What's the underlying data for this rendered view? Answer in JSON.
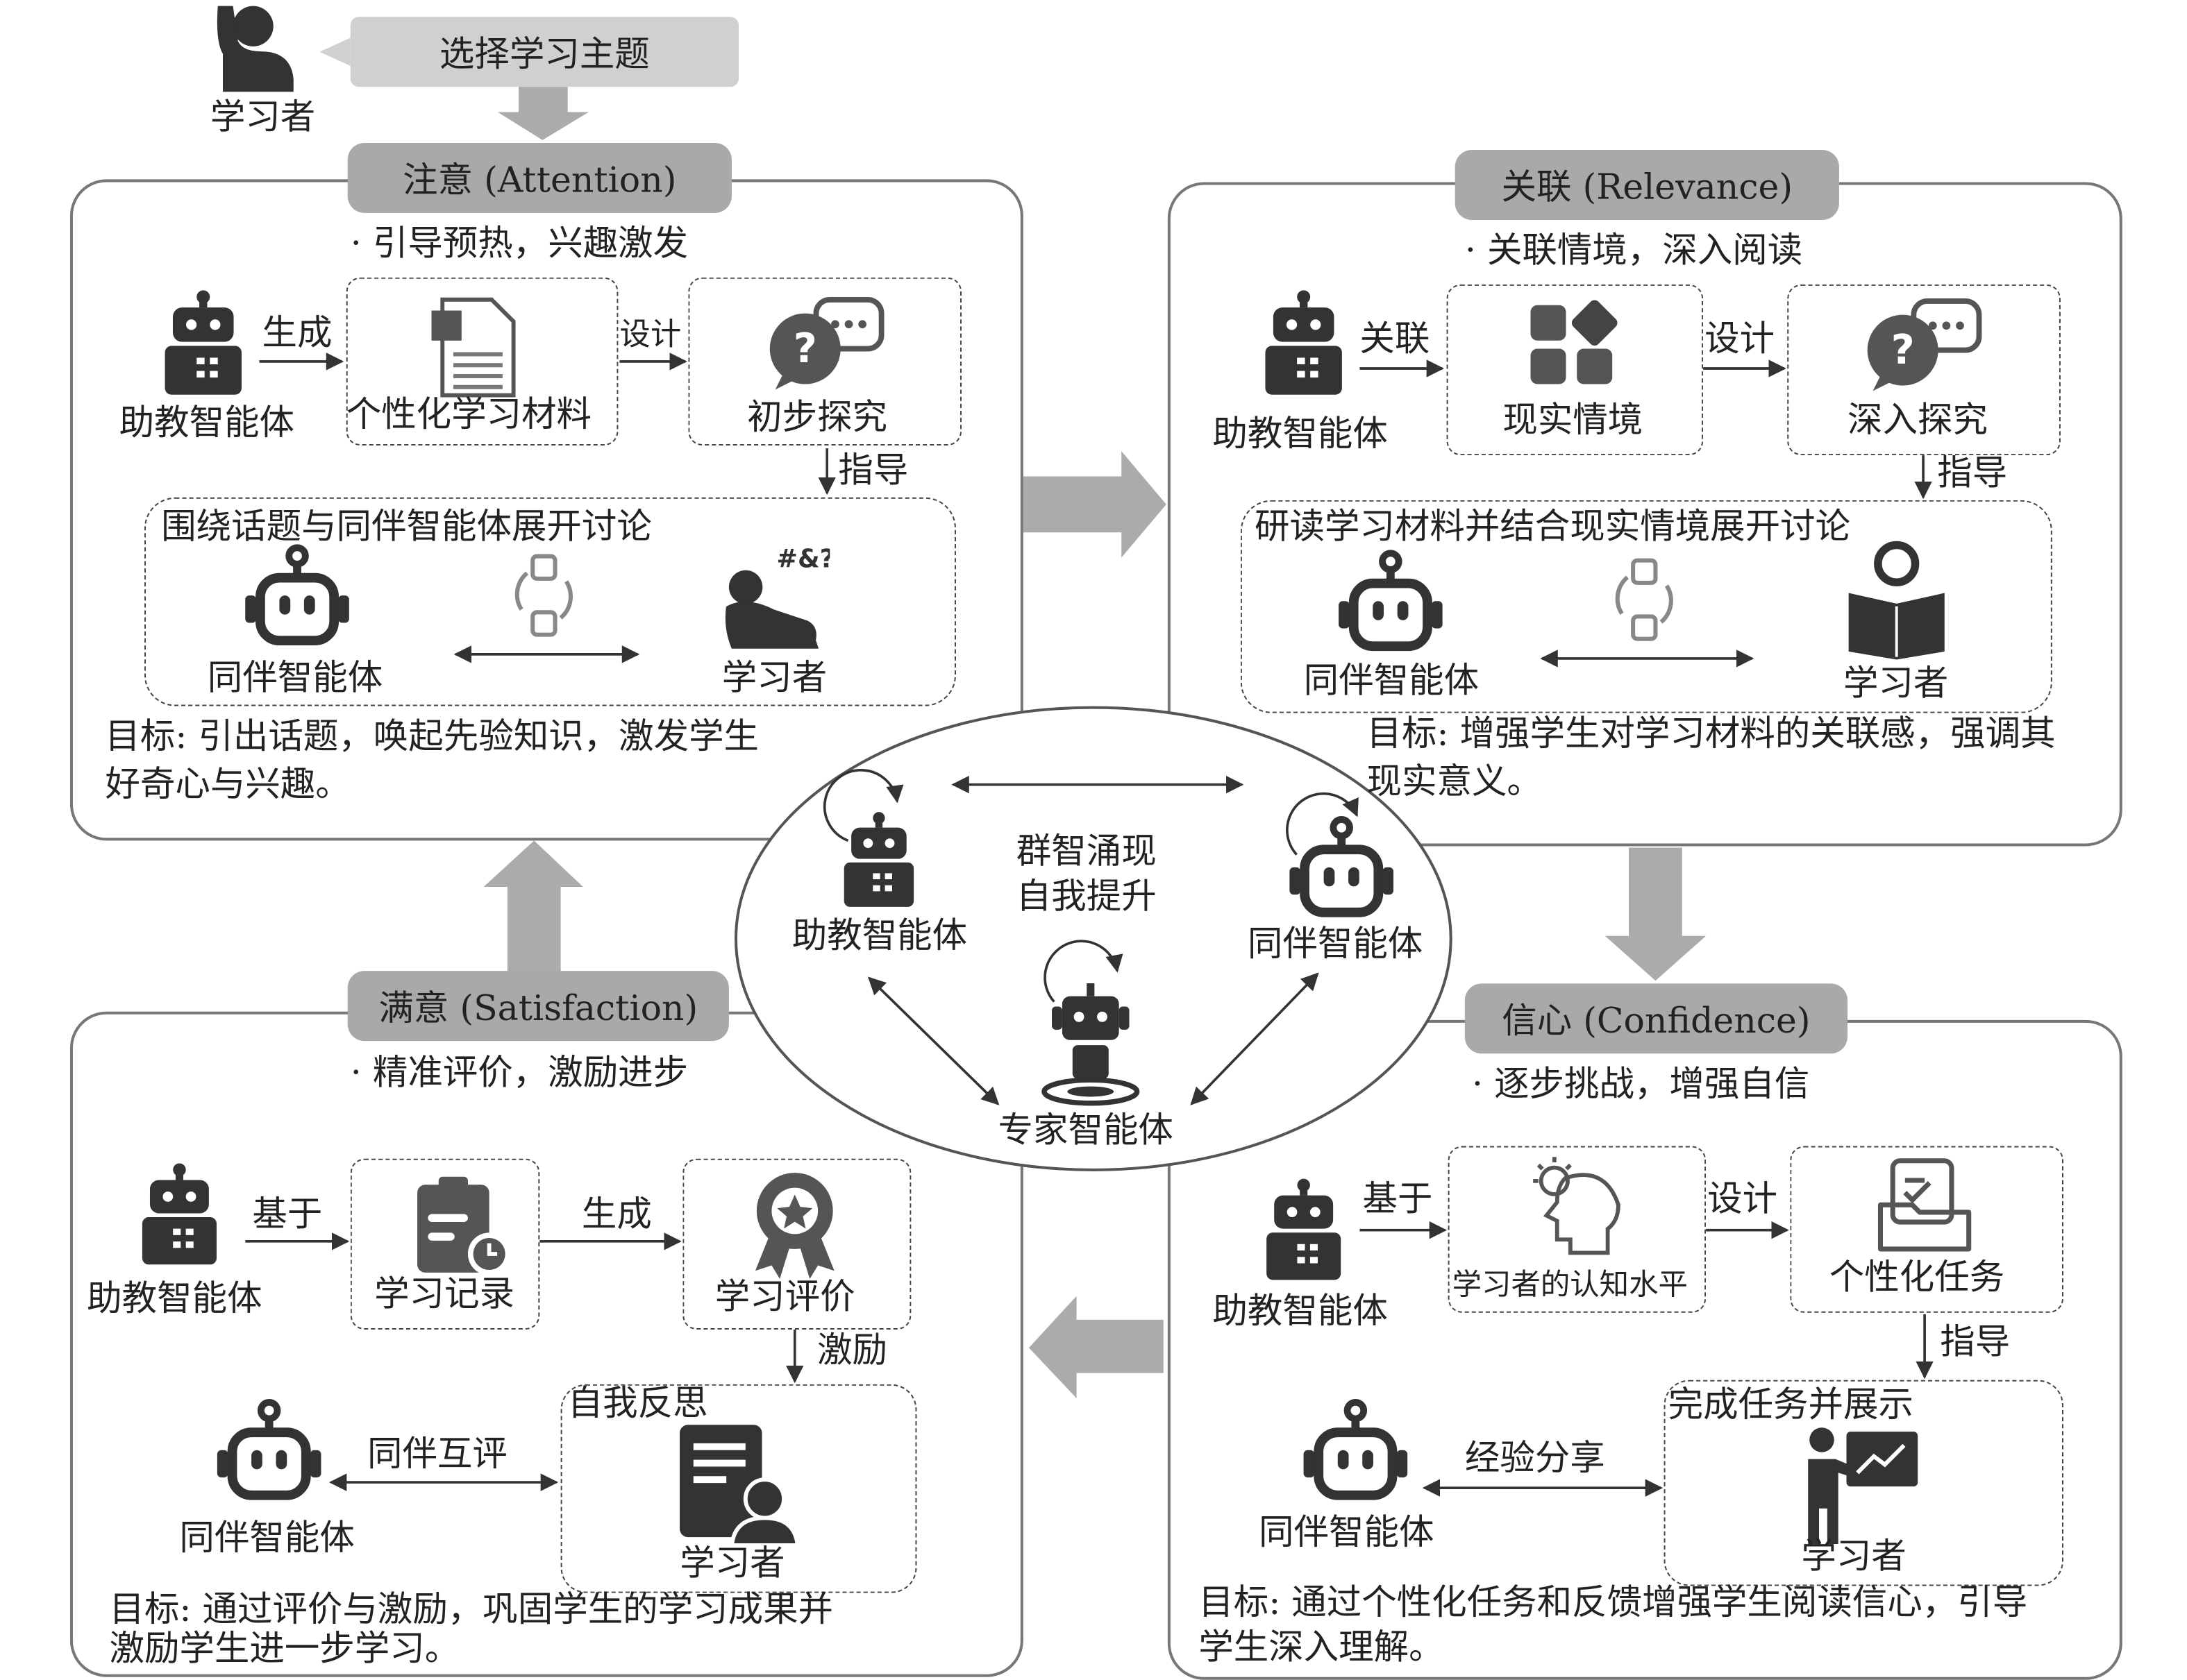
{
  "top": {
    "learner_label": "学习者",
    "select_topic": "选择学习主题"
  },
  "center": {
    "caption_line1": "群智涌现",
    "caption_line2": "自我提升",
    "teacher": "助教智能体",
    "peer": "同伴智能体",
    "expert": "专家智能体"
  },
  "panels": {
    "attention": {
      "header": "注意 (Attention)",
      "bullet": "· 引导预热，兴趣激发",
      "agent": "助教智能体",
      "verb1": "生成",
      "box1": "个性化学习材料",
      "verb2": "设计",
      "box2": "初步探究",
      "guide": "指导",
      "group_title": "围绕话题与同伴智能体展开讨论",
      "peer": "同伴智能体",
      "learner": "学习者",
      "goal_line1": "目标: 引出话题，唤起先验知识，激发学生",
      "goal_line2": "好奇心与兴趣。"
    },
    "relevance": {
      "header": "关联 (Relevance)",
      "bullet": "· 关联情境，深入阅读",
      "agent": "助教智能体",
      "verb1": "关联",
      "box1": "现实情境",
      "verb2": "设计",
      "box2": "深入探究",
      "guide": "指导",
      "group_title": "研读学习材料并结合现实情境展开讨论",
      "peer": "同伴智能体",
      "learner": "学习者",
      "goal_line1": "目标: 增强学生对学习材料的关联感，强调其",
      "goal_line2": "现实意义。"
    },
    "satisfaction": {
      "header": "满意 (Satisfaction)",
      "bullet": "· 精准评价，激励进步",
      "agent": "助教智能体",
      "verb1": "基于",
      "box1": "学习记录",
      "verb2": "生成",
      "box2": "学习评价",
      "guide": "激励",
      "peer_verb": "同伴互评",
      "group_title": "自我反思",
      "peer": "同伴智能体",
      "learner": "学习者",
      "goal_line1": "目标: 通过评价与激励，巩固学生的学习成果并",
      "goal_line2": "激励学生进一步学习。"
    },
    "confidence": {
      "header": "信心 (Confidence)",
      "bullet": "· 逐步挑战，增强自信",
      "agent": "助教智能体",
      "verb1": "基于",
      "box1": "学习者的认知水平",
      "verb2": "设计",
      "box2": "个性化任务",
      "guide": "指导",
      "peer_verb": "经验分享",
      "group_title": "完成任务并展示",
      "peer": "同伴智能体",
      "learner": "学习者",
      "goal_line1": "目标: 通过个性化任务和反馈增强学生阅读信心，引导",
      "goal_line2": "学生深入理解。"
    }
  },
  "colors": {
    "header_fill": "#a9a9a9",
    "flow_arrow": "#ababab",
    "icon_dark": "#333333",
    "border": "#777777"
  }
}
